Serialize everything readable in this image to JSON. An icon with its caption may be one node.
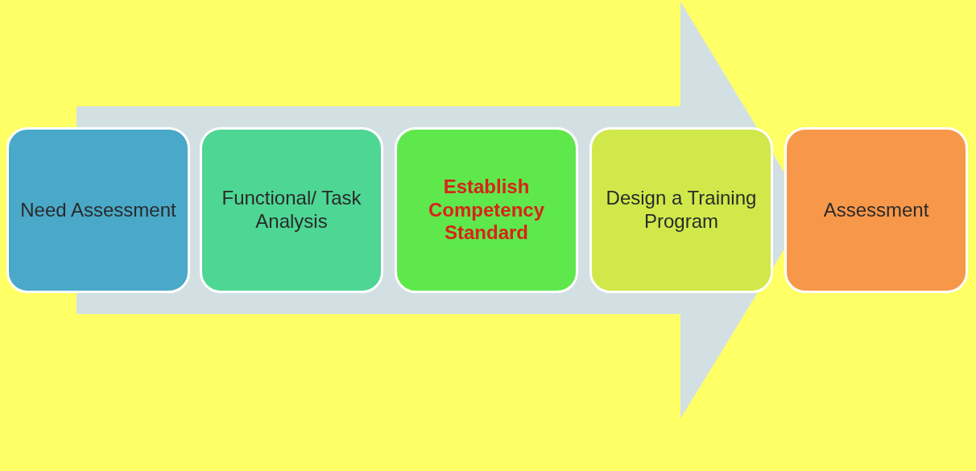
{
  "diagram": {
    "nodes": [
      {
        "text": [
          "Need Assessment"
        ]
      },
      {
        "text": [
          "Functional/ Task Analysis"
        ]
      },
      {
        "text": [
          "Establish Competency Standard"
        ]
      },
      {
        "text": [
          "Design a Training Program"
        ]
      },
      {
        "text": [
          "Assessment"
        ]
      }
    ],
    "edges": [
      {
        "from": 0,
        "to": 4,
        "arrow": "to"
      }
    ]
  }
}
